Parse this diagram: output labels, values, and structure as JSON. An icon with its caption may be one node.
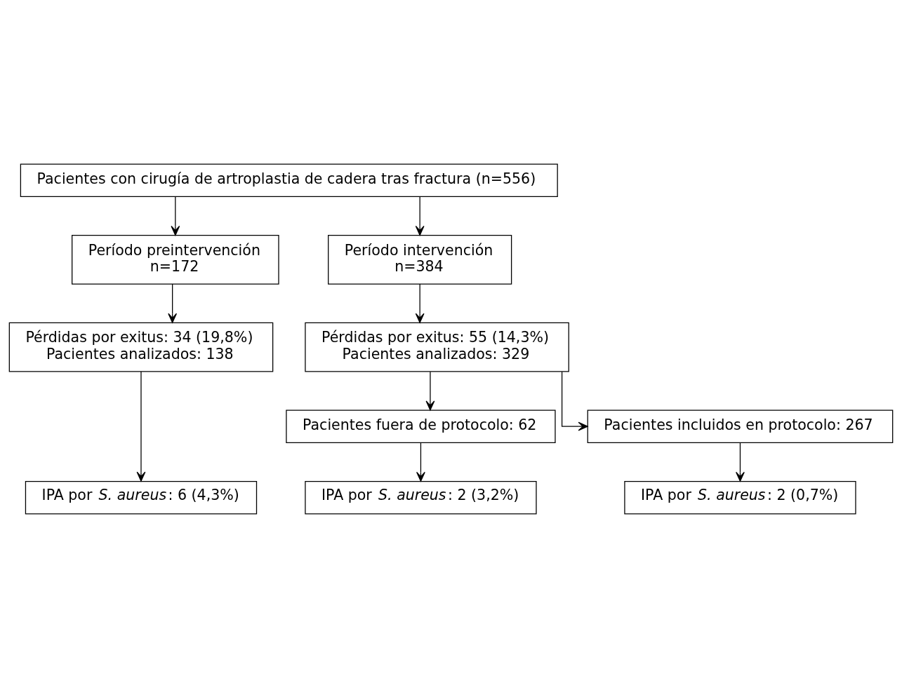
{
  "diagram": {
    "nodes": [
      {
        "text": [
          "Pacientes con cirugía de artroplastia de cadera tras fractura (n=556)"
        ]
      },
      {
        "text": [
          "Período preintervención",
          "n=172"
        ]
      },
      {
        "text": [
          "Período intervención",
          "n=384"
        ]
      },
      {
        "text": [
          "Pérdidas por exitus: 34 (19,8%)",
          "Pacientes analizados: 138"
        ]
      },
      {
        "text": [
          "Pérdidas por exitus: 55 (14,3%)",
          "Pacientes analizados: 329"
        ]
      },
      {
        "text": [
          "Pacientes fuera de protocolo: 62"
        ]
      },
      {
        "text": [
          "Pacientes incluidos en protocolo: 267"
        ]
      },
      {
        "text": [
          "IPA por *S. aureus*: 6 (4,3%)"
        ]
      },
      {
        "text": [
          "IPA por *S. aureus*: 2 (3,2%)"
        ]
      },
      {
        "text": [
          "IPA por *S. aureus*: 2 (0,7%)"
        ]
      }
    ],
    "edges": [
      {
        "from": 0,
        "to": 1,
        "arrow": "to"
      },
      {
        "from": 0,
        "to": 2,
        "arrow": "to"
      },
      {
        "from": 1,
        "to": 3,
        "arrow": "to"
      },
      {
        "from": 2,
        "to": 4,
        "arrow": "to"
      },
      {
        "from": 3,
        "to": 7,
        "arrow": "to"
      },
      {
        "from": 4,
        "to": 5,
        "arrow": "to"
      },
      {
        "from": 4,
        "to": 6,
        "arrow": "to"
      },
      {
        "from": 5,
        "to": 8,
        "arrow": "to"
      },
      {
        "from": 6,
        "to": 9,
        "arrow": "to"
      }
    ]
  }
}
